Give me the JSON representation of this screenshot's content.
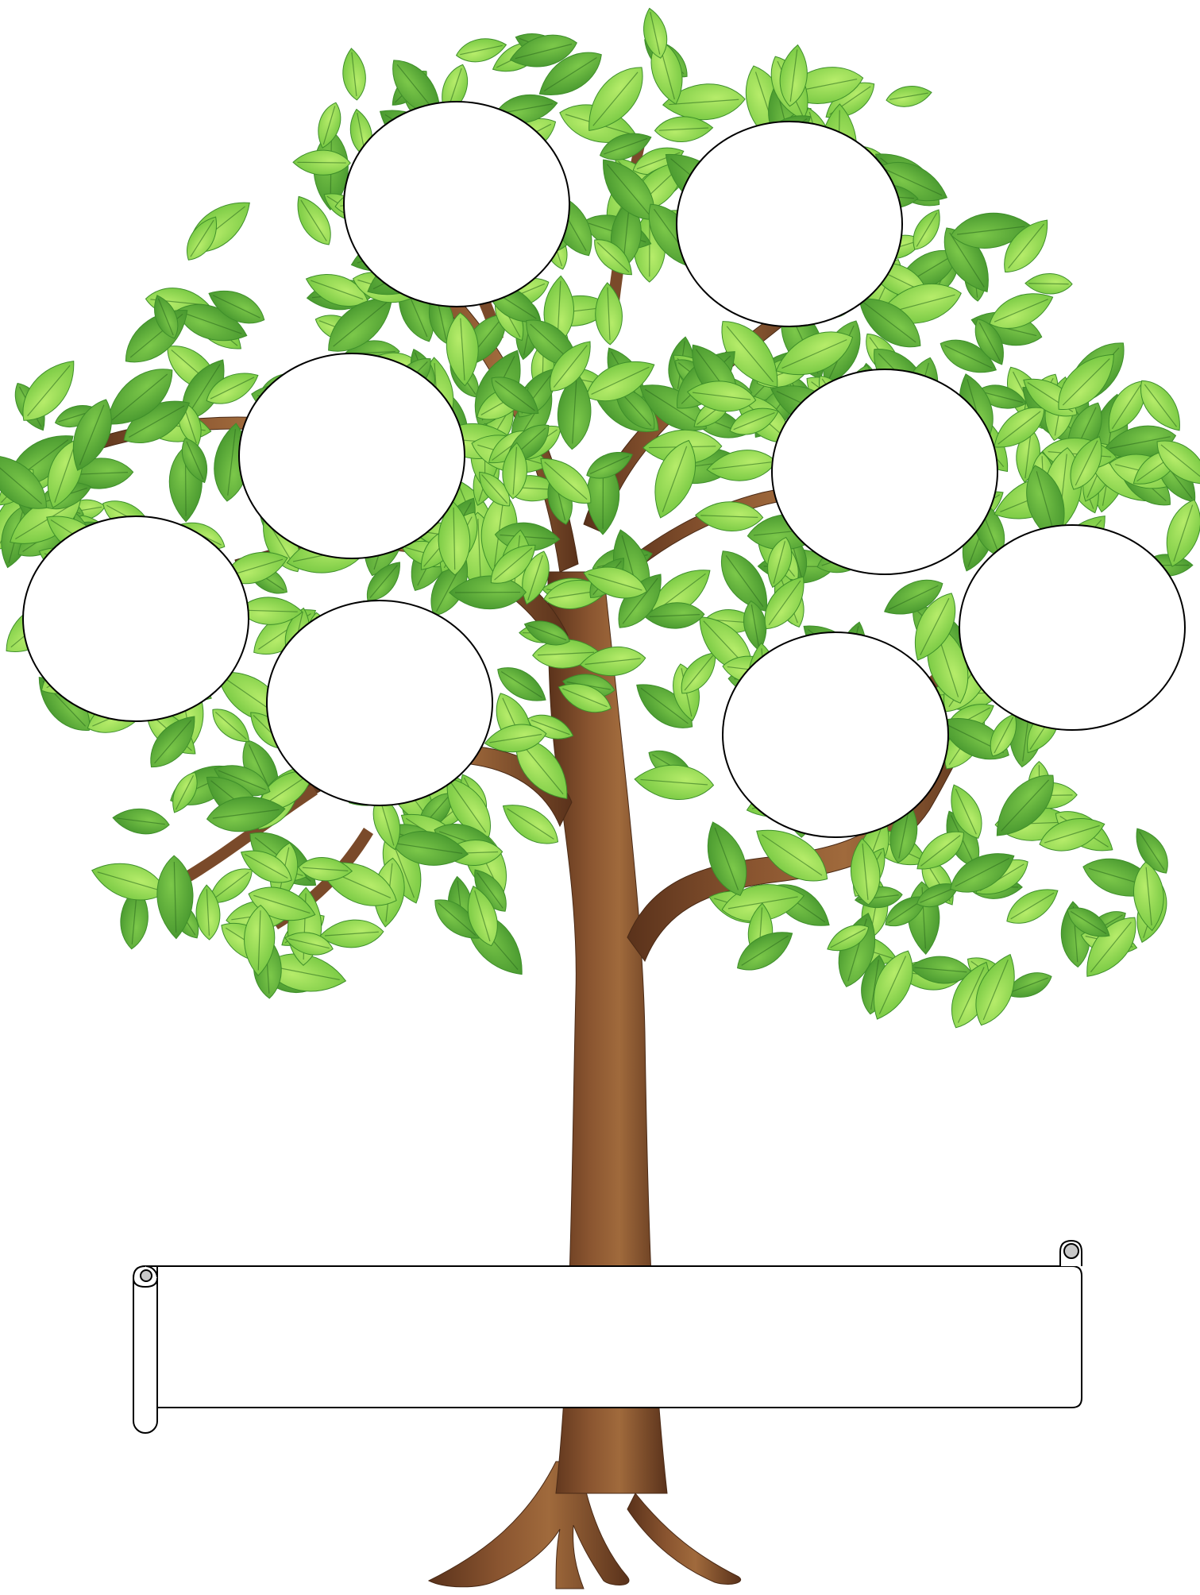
{
  "colors": {
    "leaf_light": "#8fd64a",
    "leaf_mid": "#5fb83a",
    "leaf_dark": "#3e8f2a",
    "leaf_vein": "#2f6e1f",
    "trunk": "#7a4a2a",
    "trunk_dark": "#5a321b",
    "trunk_light": "#a06a3c",
    "slot_fill": "#ffffff",
    "outline": "#000000"
  },
  "icons": {
    "tree": "tree-icon",
    "leaf": "leaf-icon",
    "banner": "scroll-banner-icon"
  },
  "family_tree": {
    "photo_slots": [
      {
        "id": "slot-top-left",
        "label": ""
      },
      {
        "id": "slot-top-right",
        "label": ""
      },
      {
        "id": "slot-mid-left",
        "label": ""
      },
      {
        "id": "slot-mid-right",
        "label": ""
      },
      {
        "id": "slot-outer-left",
        "label": ""
      },
      {
        "id": "slot-outer-right",
        "label": ""
      },
      {
        "id": "slot-lower-left",
        "label": ""
      },
      {
        "id": "slot-lower-right",
        "label": ""
      }
    ],
    "banner": {
      "text": ""
    }
  }
}
